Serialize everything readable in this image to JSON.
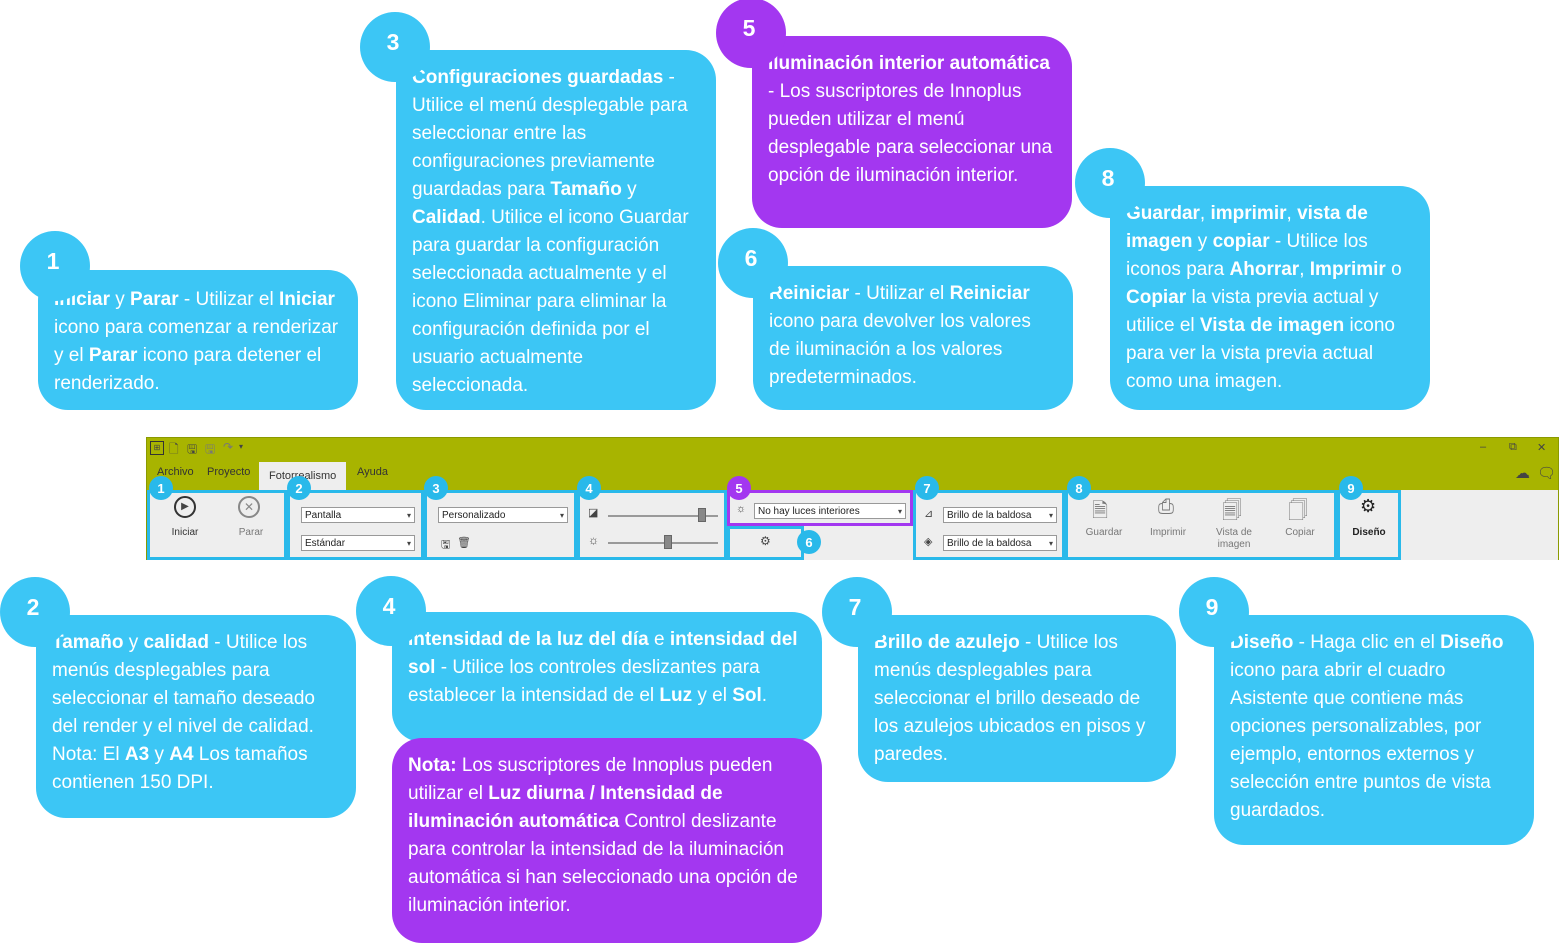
{
  "callouts": {
    "c1": {
      "num": "1",
      "parts": [
        [
          "b",
          "Iniciar"
        ],
        [
          "t",
          " y "
        ],
        [
          "b",
          "Parar"
        ],
        [
          "t",
          " - Utilizar el "
        ],
        [
          "b",
          "Iniciar"
        ],
        [
          "t",
          " icono para comenzar a renderizar y el "
        ],
        [
          "b",
          "Parar"
        ],
        [
          "t",
          " icono para detener el renderizado."
        ]
      ]
    },
    "c2": {
      "num": "2",
      "parts": [
        [
          "b",
          "Tamaño"
        ],
        [
          "t",
          " y "
        ],
        [
          "b",
          "calidad"
        ],
        [
          "t",
          " - Utilice los menús desplegables para seleccionar el tamaño deseado del render y el nivel de calidad. Nota: El "
        ],
        [
          "b",
          "A3"
        ],
        [
          "t",
          " y "
        ],
        [
          "b",
          "A4"
        ],
        [
          "t",
          " Los tamaños contienen 150 DPI."
        ]
      ]
    },
    "c3": {
      "num": "3",
      "parts": [
        [
          "b",
          "Configuraciones guardadas"
        ],
        [
          "t",
          " - Utilice el menú desplegable para seleccionar entre las configuraciones previamente guardadas para "
        ],
        [
          "b",
          "Tamaño"
        ],
        [
          "t",
          " y "
        ],
        [
          "b",
          "Calidad"
        ],
        [
          "t",
          ". Utilice el icono Guardar para guardar la configuración seleccionada actualmente y el icono Eliminar para eliminar la configuración definida por el usuario actualmente seleccionada."
        ]
      ]
    },
    "c4": {
      "num": "4",
      "parts": [
        [
          "b",
          "Intensidad de la luz del día"
        ],
        [
          "t",
          " e "
        ],
        [
          "b",
          "intensidad del sol"
        ],
        [
          "t",
          " - Utilice los controles deslizantes para establecer la intensidad de el "
        ],
        [
          "b",
          "Luz"
        ],
        [
          "t",
          " y el "
        ],
        [
          "b",
          "Sol"
        ],
        [
          "t",
          "."
        ]
      ]
    },
    "c4note": {
      "parts": [
        [
          "b",
          "Nota:"
        ],
        [
          "t",
          " Los suscriptores de Innoplus pueden utilizar el "
        ],
        [
          "b",
          "Luz diurna / Intensidad de iluminación automática"
        ],
        [
          "t",
          " Control deslizante para controlar la intensidad de la iluminación automática si han seleccionado una opción de iluminación interior."
        ]
      ]
    },
    "c5": {
      "num": "5",
      "parts": [
        [
          "b",
          "Iluminación interior automática"
        ],
        [
          "t",
          " - Los suscriptores de Innoplus pueden utilizar el menú desplegable para seleccionar una opción de iluminación interior."
        ]
      ]
    },
    "c6": {
      "num": "6",
      "parts": [
        [
          "b",
          "Reiniciar"
        ],
        [
          "t",
          " - Utilizar el "
        ],
        [
          "b",
          "Reiniciar"
        ],
        [
          "t",
          " icono para devolver los valores de iluminación a los valores predeterminados."
        ]
      ]
    },
    "c7": {
      "num": "7",
      "parts": [
        [
          "b",
          "Brillo de azulejo"
        ],
        [
          "t",
          " - Utilice los menús desplegables para seleccionar el brillo deseado de los azulejos ubicados en pisos y paredes."
        ]
      ]
    },
    "c8": {
      "num": "8",
      "parts": [
        [
          "b",
          "Guardar"
        ],
        [
          "t",
          ", "
        ],
        [
          "b",
          "imprimir"
        ],
        [
          "t",
          ", "
        ],
        [
          "b",
          "vista de imagen"
        ],
        [
          "t",
          " y "
        ],
        [
          "b",
          "copiar"
        ],
        [
          "t",
          " - Utilice los iconos para "
        ],
        [
          "b",
          "Ahorrar"
        ],
        [
          "t",
          ", "
        ],
        [
          "b",
          "Imprimir"
        ],
        [
          "t",
          " o "
        ],
        [
          "b",
          "Copiar"
        ],
        [
          "t",
          " la vista previa actual y utilice el "
        ],
        [
          "b",
          "Vista de imagen"
        ],
        [
          "t",
          " icono para ver la vista previa actual como una imagen."
        ]
      ]
    },
    "c9": {
      "num": "9",
      "parts": [
        [
          "b",
          "Diseño"
        ],
        [
          "t",
          " - Haga clic en el "
        ],
        [
          "b",
          "Diseño"
        ],
        [
          "t",
          " icono para abrir el cuadro Asistente que contiene más opciones personalizables, por ejemplo, entornos externos y selección entre puntos de vista guardados."
        ]
      ]
    }
  },
  "app": {
    "tabs": [
      "Archivo",
      "Proyecto",
      "Fotorrealismo",
      "Ayuda"
    ],
    "active_tab": "Fotorrealismo",
    "window_controls": [
      "–",
      "⧉",
      "✕"
    ],
    "group_numbers": [
      "1",
      "2",
      "3",
      "4",
      "5",
      "6",
      "7",
      "8",
      "9"
    ],
    "iniciar": "Iniciar",
    "parar": "Parar",
    "size_value": "Pantalla",
    "quality_value": "Estándar",
    "preset_value": "Personalizado",
    "daylight_level": 0.88,
    "sun_level": 0.55,
    "interior_value": "No hay luces interiores",
    "tile_floor_value": "Brillo de la baldosa",
    "tile_wall_value": "Brillo de la baldosa",
    "guardar": "Guardar",
    "imprimir": "Imprimir",
    "vista_line1": "Vista de",
    "vista_line2": "imagen",
    "copiar": "Copiar",
    "diseno": "Diseño"
  },
  "colors": {
    "cyan": "#3cc6f5",
    "purple": "#a337f0",
    "olive": "#a8b400"
  }
}
